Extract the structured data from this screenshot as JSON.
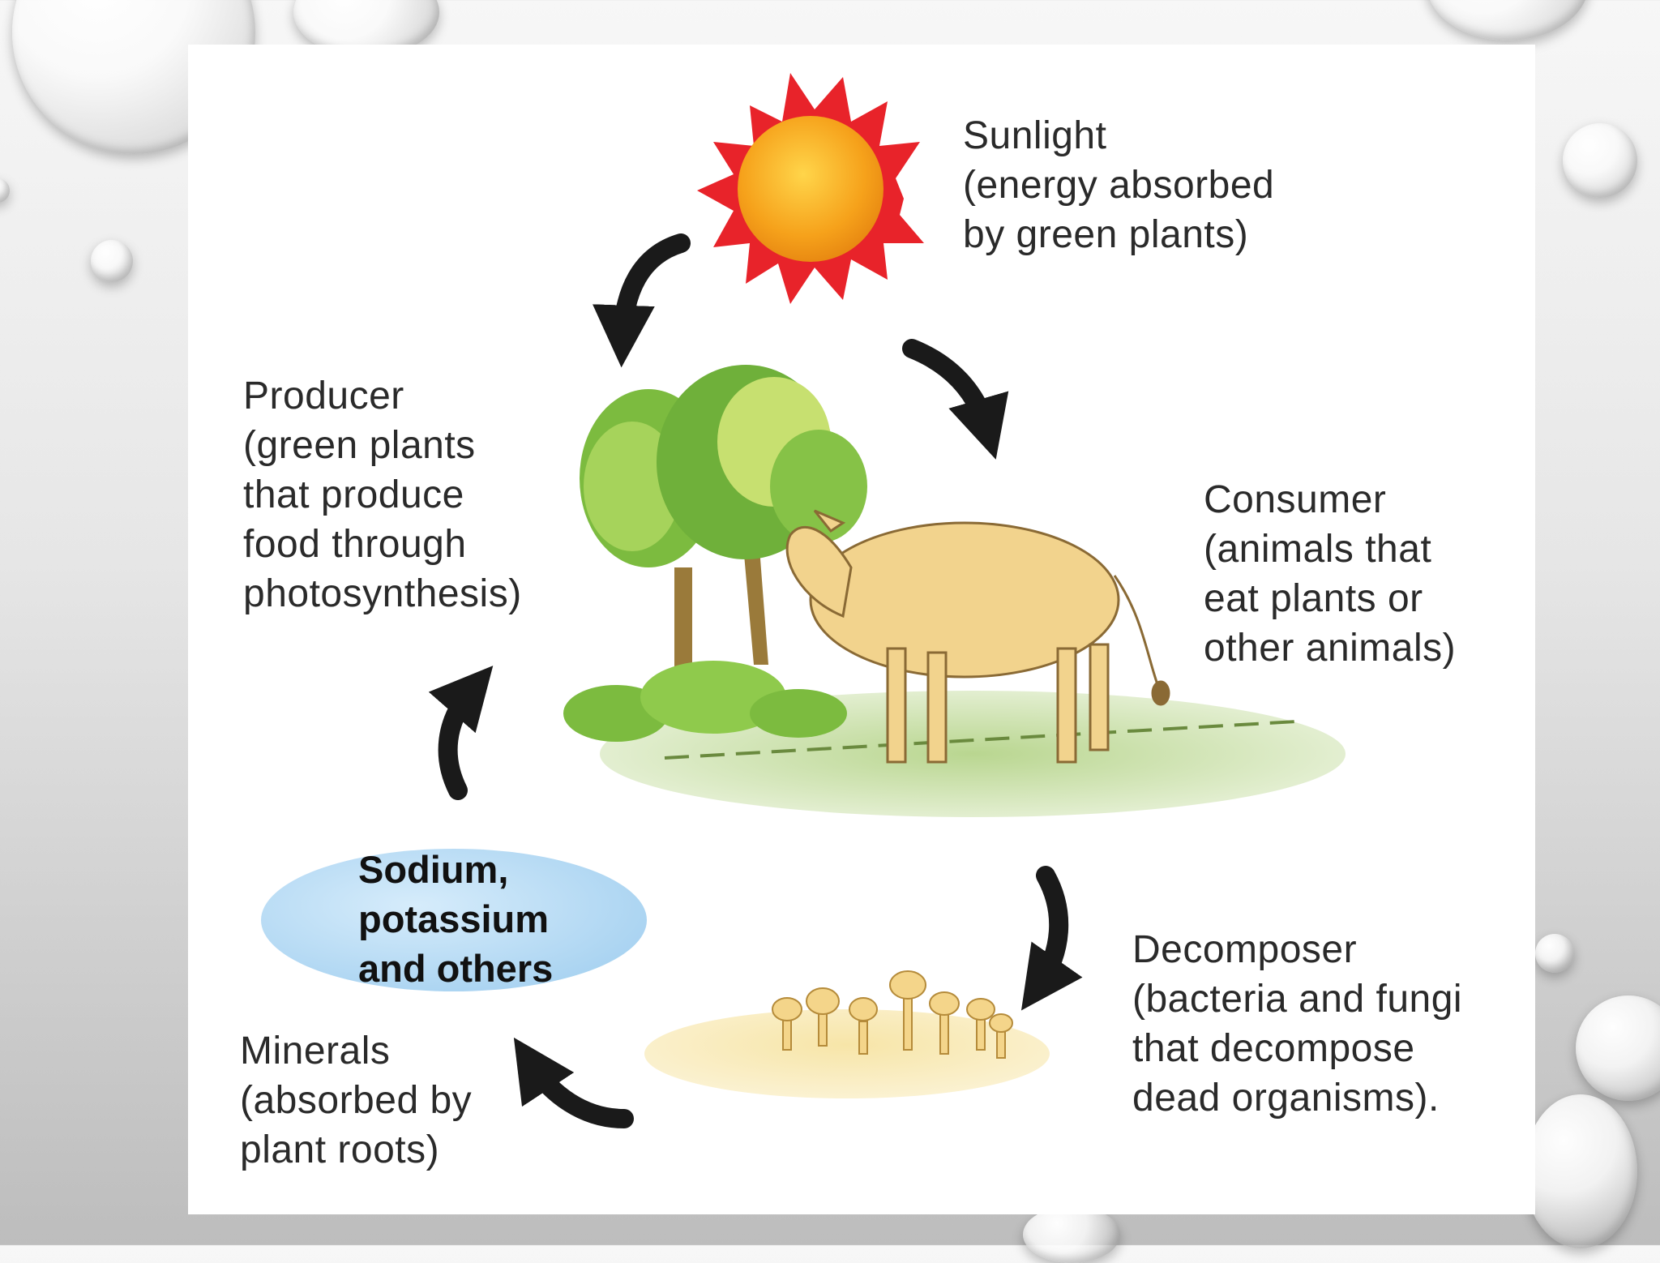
{
  "nodes": {
    "sunlight": {
      "lines": [
        "Sunlight",
        "(energy absorbed",
        "by green plants)"
      ]
    },
    "producer": {
      "lines": [
        "Producer",
        "(green plants",
        "that produce",
        "food through",
        "photosynthesis)"
      ]
    },
    "consumer": {
      "lines": [
        "Consumer",
        "(animals that",
        "eat plants or",
        "other animals)"
      ]
    },
    "decomposer": {
      "lines": [
        "Decomposer",
        "(bacteria and fungi",
        "that decompose",
        "dead organisms)."
      ]
    },
    "minerals": {
      "lines": [
        "Minerals",
        "(absorbed by",
        "plant roots)"
      ]
    },
    "mineral_pool": {
      "lines": [
        "Sodium,",
        "potassium",
        "and others"
      ]
    }
  },
  "flow": [
    [
      "sunlight",
      "producer"
    ],
    [
      "sunlight",
      "consumer"
    ],
    [
      "consumer",
      "decomposer"
    ],
    [
      "decomposer",
      "minerals"
    ],
    [
      "minerals",
      "producer"
    ]
  ],
  "colors": {
    "sun_rays": "#e8232a",
    "sun_core": "#f6a21b",
    "arrow": "#1a1a1a",
    "tree_green": "#6fb03a",
    "cow": "#f2d38d",
    "mineral_pool": "#bfe0f6"
  },
  "icons": [
    "sun-icon",
    "tree-icon",
    "cow-icon",
    "mushroom-icon",
    "arrow-icon"
  ]
}
